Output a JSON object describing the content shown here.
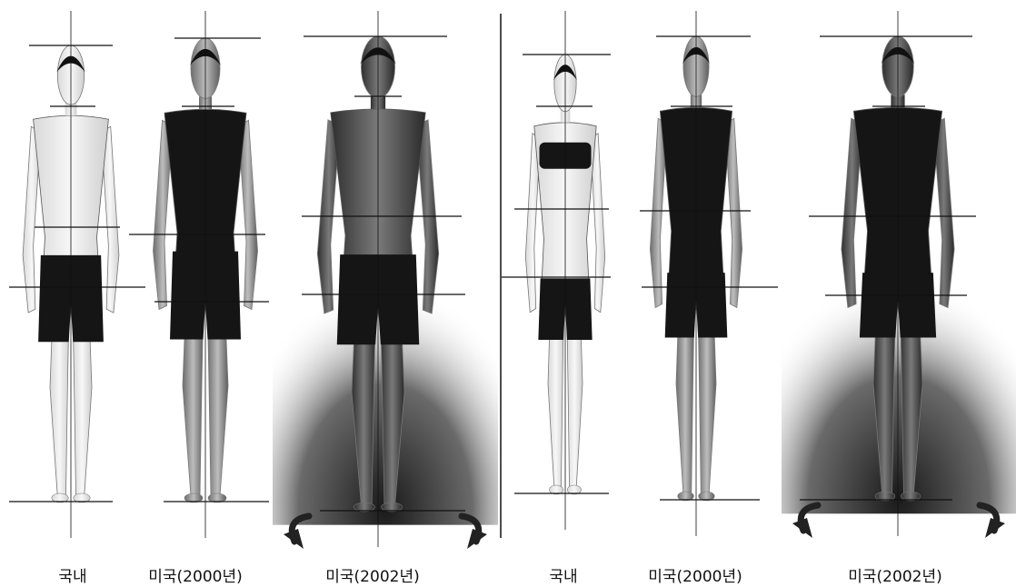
{
  "figures": {
    "male": [
      {
        "label": "국내",
        "tone": "light"
      },
      {
        "label": "미국(2000년)",
        "tone": "dark"
      },
      {
        "label": "미국(2002년)",
        "tone": "photo"
      }
    ],
    "female": [
      {
        "label": "국내",
        "tone": "light"
      },
      {
        "label": "미국(2000년)",
        "tone": "dark"
      },
      {
        "label": "미국(2002년)",
        "tone": "photo"
      }
    ]
  },
  "colors": {
    "line": "#111111",
    "skin_light": "#f2f2f2",
    "skin_dark": "#555555",
    "clothing": "#151515",
    "gradient_dark": "#2a2a2a"
  }
}
